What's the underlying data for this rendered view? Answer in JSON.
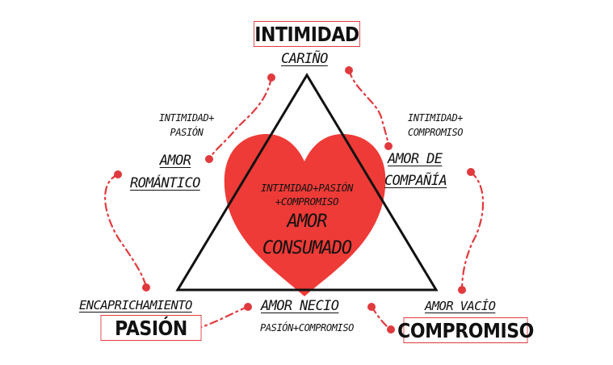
{
  "vertices": {
    "intimidad": "INTIMIDAD",
    "pasion": "PASIÓN",
    "compromiso": "COMPROMISO"
  },
  "love_types": {
    "carino": "CARIÑO",
    "romantico_line1": "AMOR",
    "romantico_line2": "ROMÁNTICO",
    "companía_line1": "AMOR DE",
    "companía_line2": "COMPAÑÍA",
    "encaprichamiento": "ENCAPRICHAMIENTO",
    "necio": "AMOR NECIO",
    "vacio": "AMOR VACÍO",
    "consumado_line1": "AMOR",
    "consumado_line2": "CONSUMADO"
  },
  "combinations": {
    "intimidad_pasion_line1": "INTIMIDAD+",
    "intimidad_pasion_line2": "PASIÓN",
    "intimidad_compromiso_line1": "INTIMIDAD+",
    "intimidad_compromiso_line2": "COMPROMISO",
    "pasion_compromiso": "PASIÓN+COMPROMISO",
    "all_line1": "INTIMIDAD+PASIÓN",
    "all_line2": "+COMPROMISO"
  },
  "colors": {
    "heart": "#ee3b37",
    "accent": "#e03a3e",
    "lines": "#111111"
  }
}
